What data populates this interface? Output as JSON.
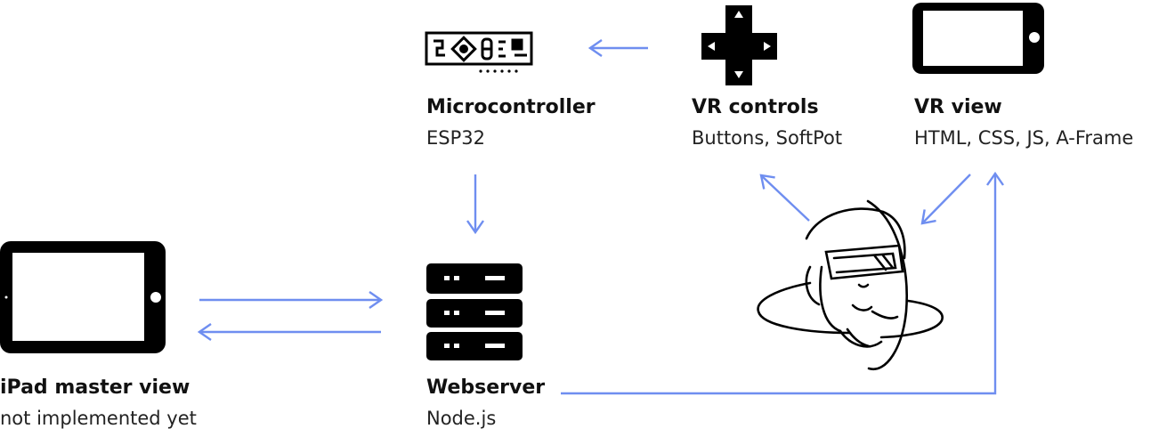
{
  "colors": {
    "arrow": "#6f8ef0",
    "icon": "#000000",
    "text": "#111111"
  },
  "nodes": {
    "microcontroller": {
      "title": "Microcontroller",
      "subtitle": "ESP32",
      "icon": "circuit-board-icon"
    },
    "vr_controls": {
      "title": "VR controls",
      "subtitle": "Buttons, SoftPot",
      "icon": "dpad-icon"
    },
    "vr_view": {
      "title": "VR view",
      "subtitle": "HTML, CSS, JS, A-Frame",
      "icon": "tablet-icon"
    },
    "ipad": {
      "title": "iPad master view",
      "subtitle": "not implemented yet",
      "icon": "ipad-icon"
    },
    "webserver": {
      "title": "Webserver",
      "subtitle": "Node.js",
      "icon": "server-rack-icon"
    },
    "user": {
      "icon": "vr-headset-user-icon"
    }
  }
}
